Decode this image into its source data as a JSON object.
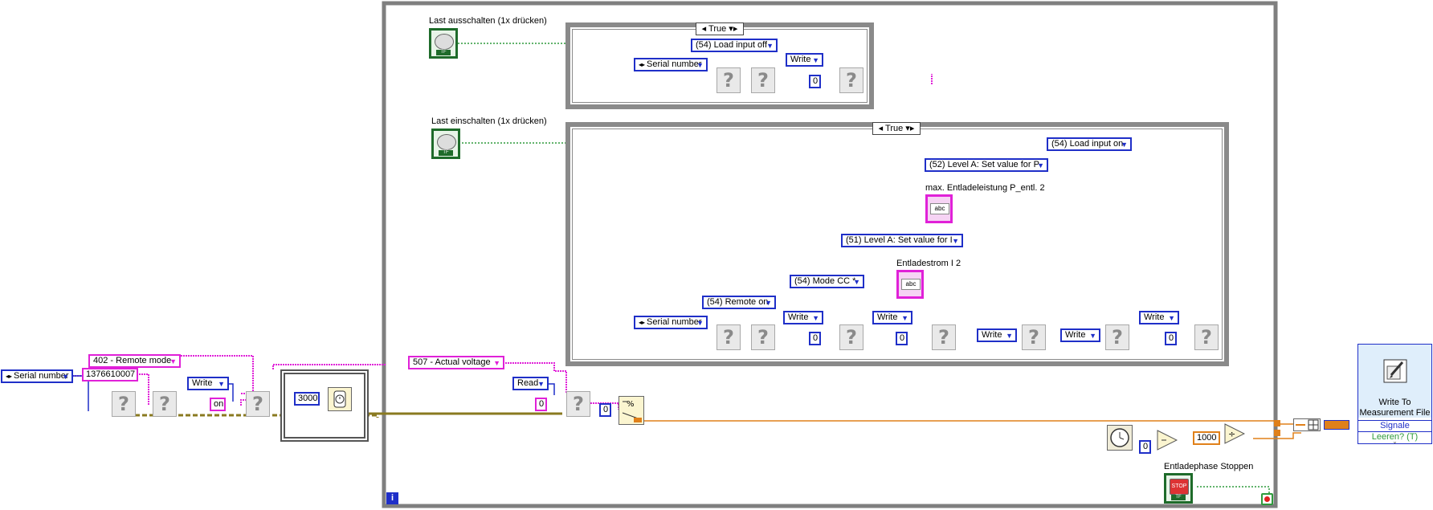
{
  "labels": {
    "last_aus": "Last ausschalten (1x drücken)",
    "last_ein": "Last einschalten (1x drücken)",
    "max_entlade": "max. Entladeleistung P_entl.  2",
    "entladestrom": "Entladestrom I 2",
    "entladephase": "Entladephase Stoppen"
  },
  "case_top": {
    "selector": "True"
  },
  "case_bottom": {
    "selector": "True"
  },
  "rings": {
    "serial_left": "Serial number",
    "remote_mode": "402 - Remote mode",
    "actual_voltage": "507 - Actual voltage",
    "read": "Read",
    "write_left": "Write",
    "load_input_off": "(54) Load input off",
    "serial_top": "Serial number",
    "write_top": "Write",
    "load_input_on": "(54) Load input on",
    "level_p": "(52) Level A: Set value for P",
    "level_i": "(51) Level A: Set value for I",
    "mode_cc": "(54) Mode CC *",
    "remote_on": "(54) Remote on",
    "serial_bottom": "Serial number",
    "write_b1": "Write",
    "write_b2": "Write",
    "write_b3": "Write",
    "write_b4": "Write",
    "write_b5": "Write"
  },
  "constants": {
    "serial_value": "1376610007",
    "on": "on",
    "wait_ms": "3000",
    "zero_read": "0",
    "zero_index": "0",
    "zero_top": "0",
    "zero_b1": "0",
    "zero_b2": "0",
    "zero_b3": "0",
    "zero_tick": "0",
    "thousand": "1000"
  },
  "express_vi": {
    "title": "Write To Measurement File",
    "input_signals": "Signale",
    "input_clear": "Leeren? (T)"
  },
  "loop": {
    "iteration": "i"
  },
  "colors": {
    "string_wire": "#e021d8",
    "enum_wire": "#1f2fc8",
    "number_wire": "#e0801a",
    "bool_wire": "#2e9a3c",
    "error_wire": "#8a7a20"
  }
}
